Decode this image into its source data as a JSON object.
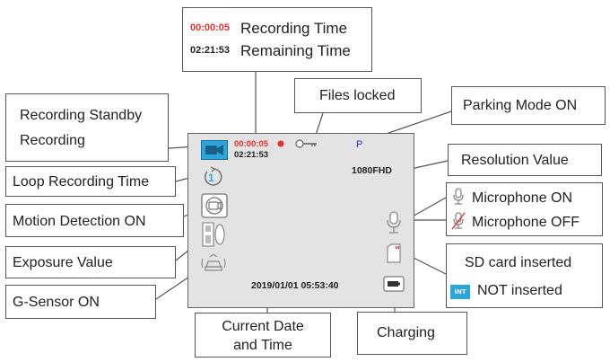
{
  "screen": {
    "rec_time": "00:00:05",
    "remaining_time": "02:21:53",
    "parking_badge": "P",
    "resolution": "1080FHD",
    "datetime": "2019/01/01 05:53:40",
    "loop_number": "1"
  },
  "legend": {
    "rec_time_sample": "00:00:05",
    "rec_time_label": "Recording Time",
    "remaining_sample": "02:21:53",
    "remaining_label": "Remaining Time",
    "files_locked": "Files locked",
    "parking_mode": "Parking Mode ON",
    "resolution_value": "Resolution Value",
    "standby_line1": "Recording Standby",
    "standby_line2": "Recording",
    "loop_time": "Loop Recording Time",
    "motion_detection": "Motion Detection ON",
    "exposure": "Exposure Value",
    "gsensor": "G-Sensor ON",
    "mic_on": "Microphone ON",
    "mic_off": "Microphone OFF",
    "sd_inserted": "SD card  inserted",
    "sd_not_inserted": "NOT inserted",
    "sd_badge": "INT",
    "datetime_line1": "Current Date",
    "datetime_line2": "and Time",
    "charging": "Charging"
  },
  "colors": {
    "recording_red": "#e03030",
    "camera_blue": "#2aa6dc",
    "parking_blue": "#2233cc",
    "line_gray": "#555555"
  }
}
